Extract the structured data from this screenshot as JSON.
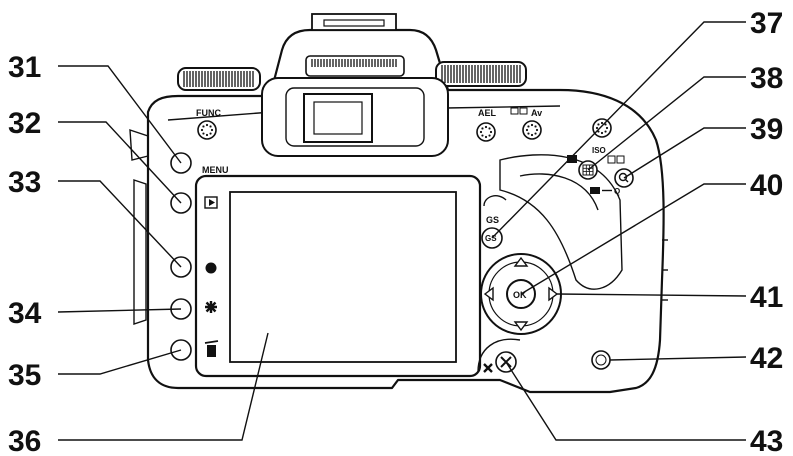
{
  "callouts": {
    "n31": "31",
    "n32": "32",
    "n33": "33",
    "n34": "34",
    "n35": "35",
    "n36": "36",
    "n37": "37",
    "n38": "38",
    "n39": "39",
    "n40": "40",
    "n41": "41",
    "n42": "42",
    "n43": "43"
  },
  "labels": {
    "func": "FUNC",
    "ael": "AEL",
    "av": "Av",
    "iso": "ISO",
    "menu": "MENU",
    "ok": "OK",
    "gs_top": "GS",
    "gs_button": "GS",
    "q_label": "Q"
  },
  "icons": {
    "playback": "playback-icon",
    "info": "info-icon",
    "flash": "flash-icon",
    "delete": "delete-icon",
    "zoom": "magnifier-icon",
    "cancel": "cross-icon",
    "shutter": "shutter-cross-icon"
  }
}
